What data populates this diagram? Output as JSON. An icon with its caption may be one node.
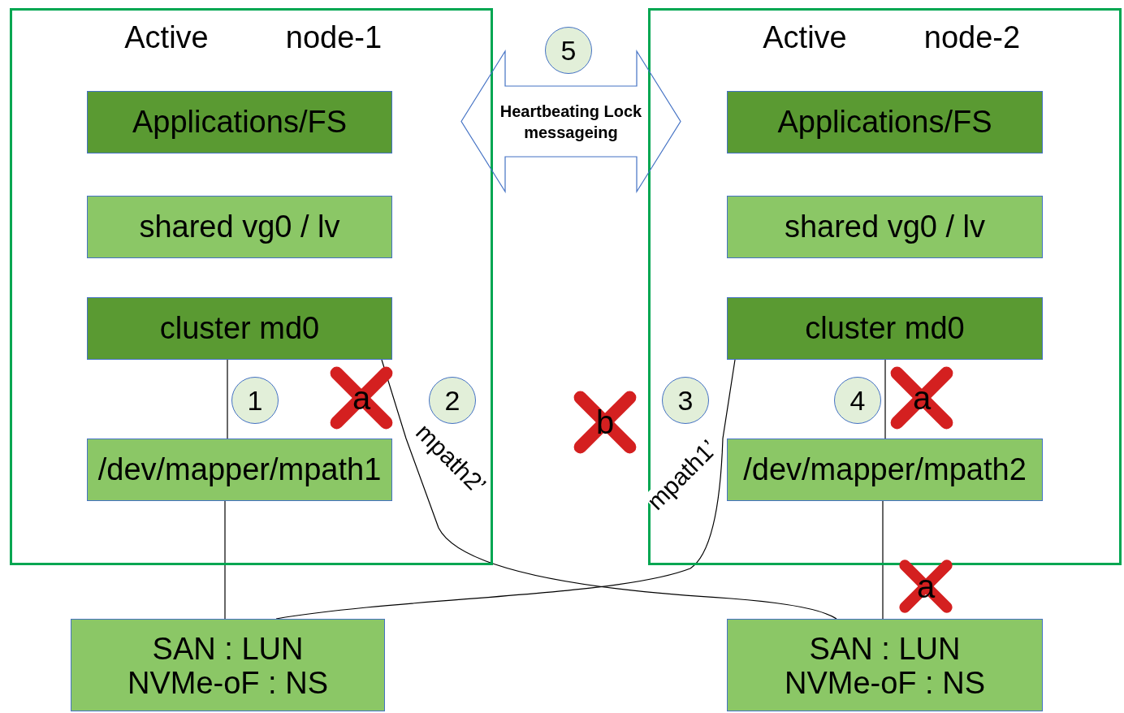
{
  "diagram": {
    "nodes": [
      {
        "text": [
          "Active",
          "node-1"
        ]
      },
      {
        "text": [
          "Applications/FS"
        ],
        "in": 0
      },
      {
        "text": [
          "shared vg0 / lv"
        ],
        "in": 0
      },
      {
        "text": [
          "cluster md0"
        ],
        "in": 0
      },
      {
        "text": [
          "/dev/mapper/mpath1"
        ],
        "in": 0
      },
      {
        "text": [
          "Active",
          "node-2"
        ]
      },
      {
        "text": [
          "Applications/FS"
        ],
        "in": 5
      },
      {
        "text": [
          "shared vg0 / lv"
        ],
        "in": 5
      },
      {
        "text": [
          "cluster md0"
        ],
        "in": 5
      },
      {
        "text": [
          "/dev/mapper/mpath2"
        ],
        "in": 5
      },
      {
        "text": [
          "SAN : LUN",
          "NVMe-oF : NS"
        ]
      },
      {
        "text": [
          "SAN : LUN",
          "NVMe-oF : NS"
        ]
      },
      {
        "text": [
          "Heartbeating Lock messageing"
        ]
      },
      {
        "text": [
          "1"
        ],
        "in": 0
      },
      {
        "text": [
          "2"
        ],
        "in": 0
      },
      {
        "text": [
          "3"
        ],
        "in": 5
      },
      {
        "text": [
          "4"
        ],
        "in": 5
      },
      {
        "text": [
          "5"
        ]
      }
    ],
    "edges": [
      {
        "from": 3,
        "to": 4,
        "arrow": "none"
      },
      {
        "from": 4,
        "to": 10,
        "arrow": "none"
      },
      {
        "from": 3,
        "to": 11,
        "arrow": "none",
        "label": "mpath2’"
      },
      {
        "from": 10,
        "to": 8,
        "arrow": "none",
        "label": "mpath1’"
      },
      {
        "from": 8,
        "to": 9,
        "arrow": "none"
      },
      {
        "from": 9,
        "to": 11,
        "arrow": "none"
      }
    ],
    "labels": [
      "a",
      "b",
      "a",
      "a"
    ]
  }
}
